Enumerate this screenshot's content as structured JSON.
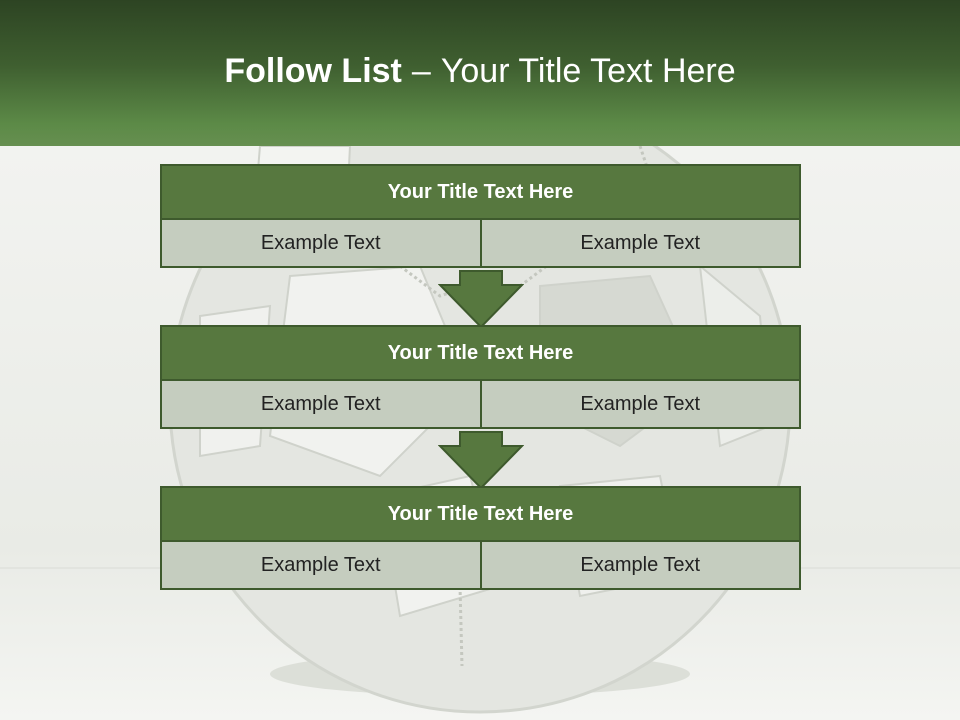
{
  "header": {
    "title_bold": "Follow List",
    "title_separator": "–",
    "title_rest": "Your Title Text Here"
  },
  "blocks": [
    {
      "title": "Your Title Text Here",
      "left": "Example Text",
      "right": "Example Text"
    },
    {
      "title": "Your Title Text Here",
      "left": "Example Text",
      "right": "Example Text"
    },
    {
      "title": "Your Title Text Here",
      "left": "Example Text",
      "right": "Example Text"
    }
  ],
  "colors": {
    "header_dark": "#2d4423",
    "header_light": "#668f50",
    "block_title": "#57783f",
    "block_border": "#3e5a2d",
    "cell_fill": "#c5cdbf",
    "arrow_fill": "#57783f"
  },
  "decoration": "soccer-ball-with-zipper-background"
}
